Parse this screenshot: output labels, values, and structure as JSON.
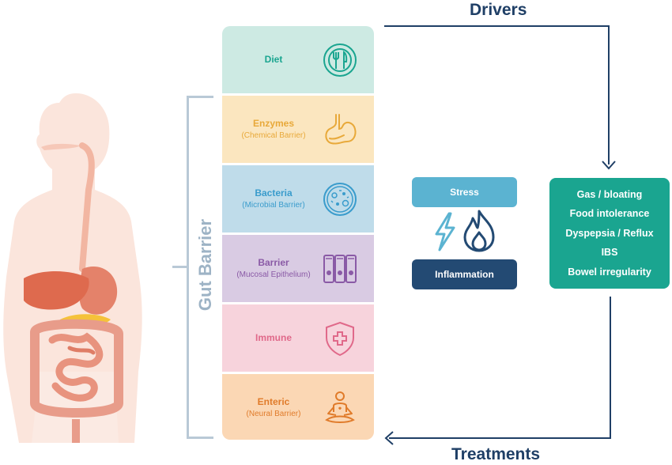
{
  "headings": {
    "top": "Drivers",
    "bottom": "Treatments"
  },
  "bracket_label": "Gut Barrier",
  "layers": [
    {
      "name": "Diet",
      "sub": "",
      "color": "#cdeae3",
      "text_color": "#1aa590",
      "icon": "plate-fork-knife-icon"
    },
    {
      "name": "Enzymes",
      "sub": "(Chemical Barrier)",
      "color": "#fbe6bf",
      "text_color": "#e8a93a",
      "icon": "stomach-icon"
    },
    {
      "name": "Bacteria",
      "sub": "(Microbial Barrier)",
      "color": "#bfdcea",
      "text_color": "#3a9ccc",
      "icon": "petri-dish-icon"
    },
    {
      "name": "Barrier",
      "sub": "(Mucosal Epithelium)",
      "color": "#d9cbe3",
      "text_color": "#8a5aa6",
      "icon": "epithelial-cells-icon"
    },
    {
      "name": "Immune",
      "sub": "",
      "color": "#f7d3dc",
      "text_color": "#e0698a",
      "icon": "shield-cross-icon"
    },
    {
      "name": "Enteric",
      "sub": "(Neural Barrier)",
      "color": "#fbd7b4",
      "text_color": "#e07b2a",
      "icon": "meditation-icon"
    }
  ],
  "middle": {
    "stress": "Stress",
    "inflammation": "Inflammation",
    "stress_color": "#5bb3d1",
    "inflammation_color": "#234a73",
    "icons": [
      "lightning-icon",
      "flame-icon"
    ]
  },
  "symptoms": {
    "items": [
      "Gas / bloating",
      "Food intolerance",
      "Dyspepsia / Reflux",
      "IBS",
      "Bowel irregularity"
    ],
    "color": "#1aa590"
  },
  "colors": {
    "flow_line": "#1f3f66",
    "bracket": "#b9c9d6"
  }
}
